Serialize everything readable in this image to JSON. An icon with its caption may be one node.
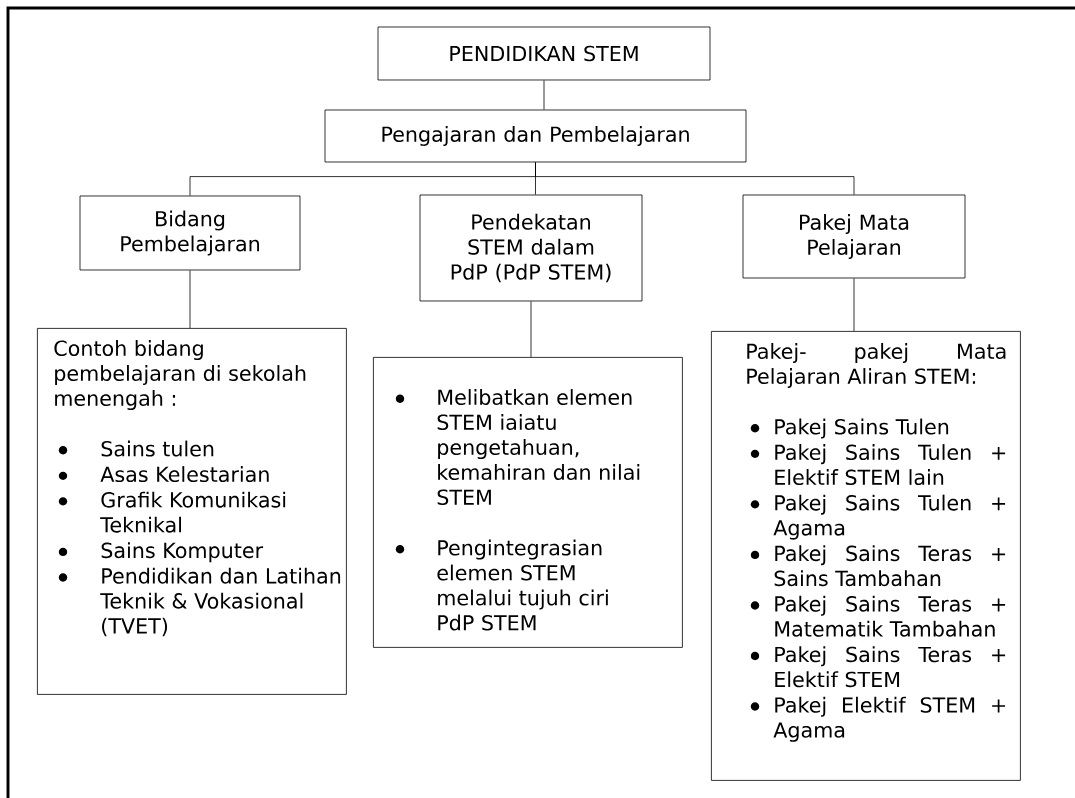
{
  "diagram": {
    "nodes": [
      {
        "text": [
          "PENDIDIKAN STEM"
        ]
      },
      {
        "text": [
          "Pengajaran dan Pembelajaran"
        ]
      },
      {
        "text": [
          "Bidang Pembelajaran"
        ]
      },
      {
        "text": [
          "Pendekatan STEM dalam PdP (PdP STEM)"
        ]
      },
      {
        "text": [
          "Pakej Mata Pelajaran"
        ]
      },
      {
        "text": [
          "Contoh bidang pembelajaran di sekolah menengah :",
          "Sains tulen",
          "Asas Kelestarian",
          "Grafik Komunikasi Teknikal",
          "Sains Komputer",
          "Pendidikan dan Latihan Teknik & Vokasional (TVET)"
        ]
      },
      {
        "text": [
          "Melibatkan elemen STEM iaiatu pengetahuan, kemahiran dan nilai STEM",
          "Pengintegrasian elemen STEM melalui tujuh ciri PdP STEM"
        ]
      },
      {
        "text": [
          "Pakej- pakej Mata Pelajaran Aliran STEM:",
          "Pakej Sains Tulen",
          "Pakej Sains Tulen + Elektif STEM lain",
          "Pakej Sains Tulen + Agama",
          "Pakej Sains Teras + Sains Tambahan",
          "Pakej Sains Teras + Matematik Tambahan",
          "Pakej Sains Teras + Elektif STEM",
          "Pakej Elektif STEM + Agama"
        ]
      }
    ],
    "edges": [
      {
        "from": 0,
        "to": 1,
        "arrow": "none"
      },
      {
        "from": 1,
        "to": 2,
        "arrow": "none"
      },
      {
        "from": 1,
        "to": 3,
        "arrow": "none"
      },
      {
        "from": 1,
        "to": 4,
        "arrow": "none"
      },
      {
        "from": 2,
        "to": 5,
        "arrow": "none"
      },
      {
        "from": 3,
        "to": 6,
        "arrow": "none"
      },
      {
        "from": 4,
        "to": 7,
        "arrow": "none"
      }
    ]
  }
}
